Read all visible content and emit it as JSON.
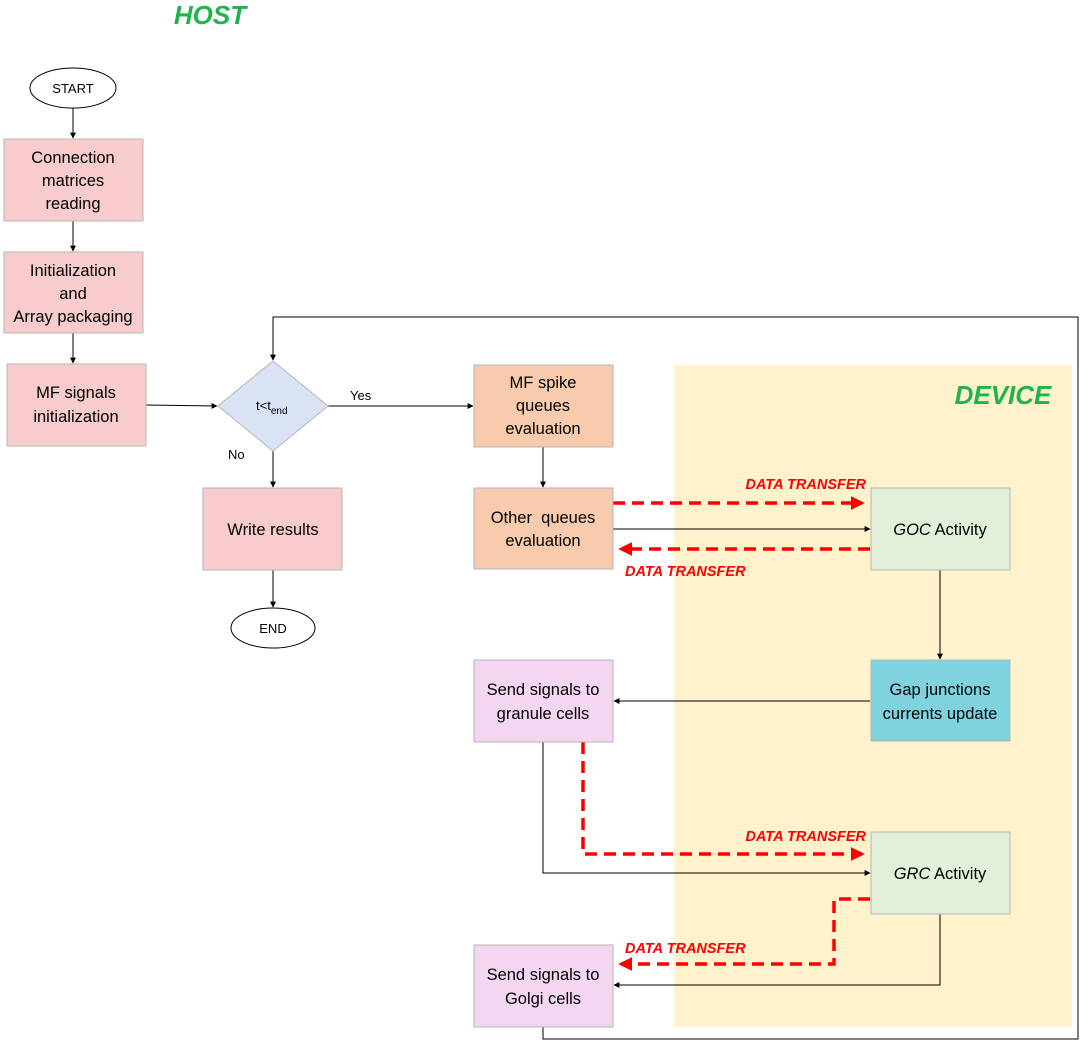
{
  "sections": {
    "host": "HOST",
    "device": "DEVICE"
  },
  "colors": {
    "host_label": "#1db44a",
    "device_label": "#1db44a",
    "host_box": "#f8cccc",
    "queue_box": "#f8cbad",
    "device_box": "#e2efd9",
    "gap_box": "#7fd3df",
    "signal_box": "#f3d6f2",
    "decision": "#dae3f3",
    "device_region": "#fff2cc",
    "transfer": "#ff0000"
  },
  "nodes": {
    "start": "START",
    "conn_1": "Connection",
    "conn_2": "matrices",
    "conn_3": "reading",
    "init_1": "Initialization",
    "init_2": "and",
    "init_3": "Array packaging",
    "mf_1": "MF signals",
    "mf_2": "initialization",
    "decision_t": "t<t",
    "decision_sub": "end",
    "write": "Write results",
    "end": "END",
    "mfq_1": "MF spike",
    "mfq_2": "queues",
    "mfq_3": "evaluation",
    "other_1": "Other  queues",
    "other_2": "evaluation",
    "goc_italic": "GOC",
    "goc_rest": " Activity",
    "gap_1": "Gap junctions",
    "gap_2": "currents update",
    "sendg_1": "Send signals to",
    "sendg_2": "granule cells",
    "grc_italic": "GRC",
    "grc_rest": " Activity",
    "sendgolgi_1": "Send signals to",
    "sendgolgi_2": "Golgi cells"
  },
  "edge_labels": {
    "yes": "Yes",
    "no": "No"
  },
  "transfers": {
    "t1": "DATA TRANSFER",
    "t2": "DATA TRANSFER",
    "t3": "DATA TRANSFER",
    "t4": "DATA TRANSFER"
  }
}
